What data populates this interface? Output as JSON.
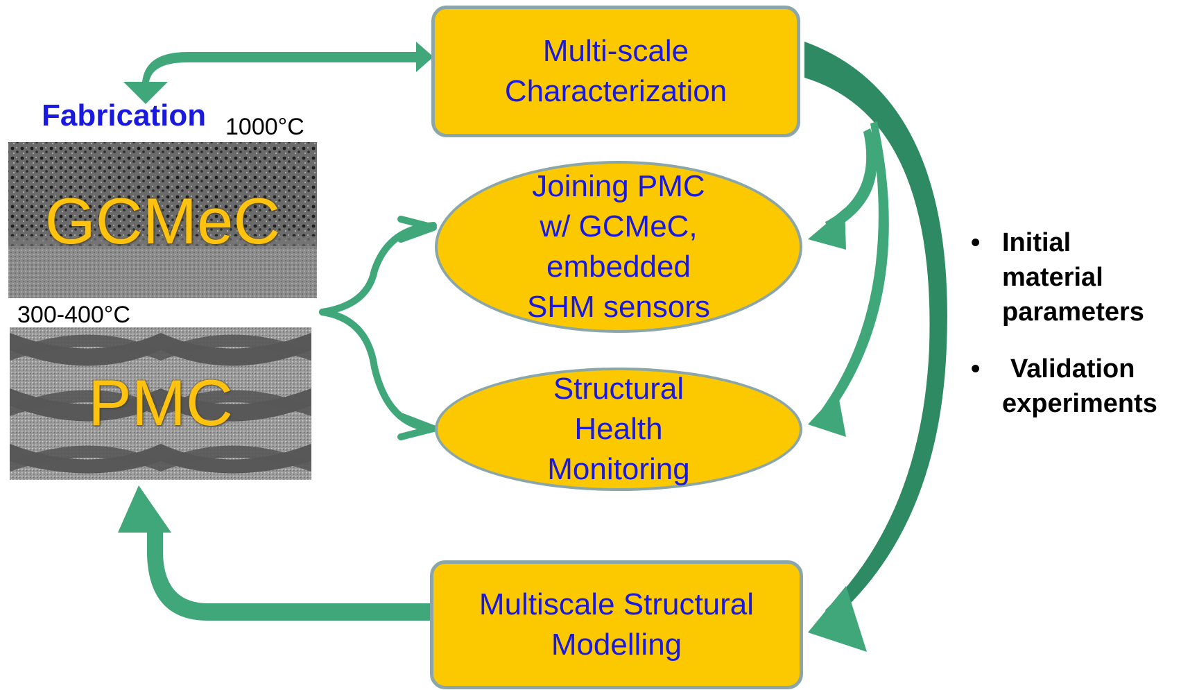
{
  "fabrication": {
    "title": "Fabrication",
    "temp_gcmec": "1000°C",
    "temp_pmc": "300-400°C",
    "gcmec_label": "GCMeC",
    "pmc_label": "PMC"
  },
  "nodes": {
    "characterization": [
      "Multi-scale",
      "Characterization"
    ],
    "joining": [
      "Joining PMC",
      "w/ GCMeC,",
      "embedded",
      "SHM sensors"
    ],
    "shm": [
      "Structural",
      "Health",
      "Monitoring"
    ],
    "modelling": [
      "Multiscale Structural",
      "Modelling"
    ]
  },
  "bullets": [
    {
      "marker": "•",
      "lines": [
        "Initial",
        "material",
        "parameters"
      ]
    },
    {
      "marker": "•",
      "lines": [
        "Validation",
        "experiments"
      ]
    }
  ],
  "colors": {
    "box_fill": "#fcc800",
    "box_border": "#8aa6a9",
    "text_blue": "#1a1adf",
    "arrow_green": "#3fa77a",
    "arrow_dark_green": "#2e8a62",
    "photo_label": "#ffc20e"
  }
}
